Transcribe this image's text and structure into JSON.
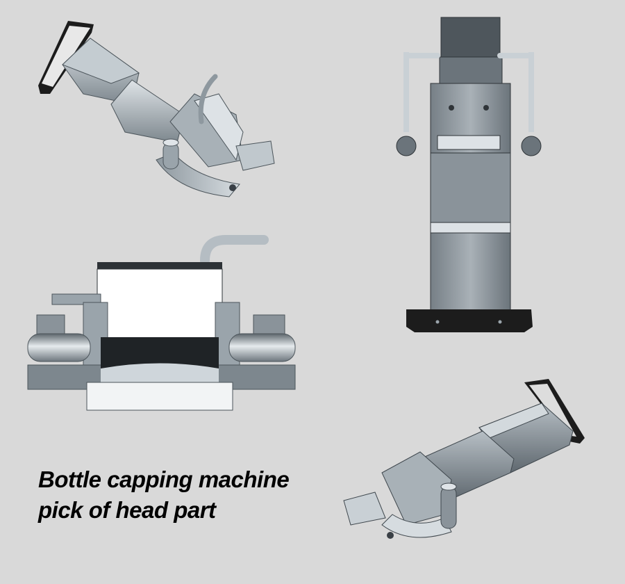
{
  "caption": {
    "line1": "Bottle capping machine",
    "line2": "pick of head part"
  },
  "colors": {
    "background": "#d9d9d9",
    "steel_dark": "#6e7880",
    "steel_mid": "#9aa4ab",
    "steel_light": "#c9d0d5",
    "highlight": "#ffffff",
    "black_plate": "#1c1c1c"
  },
  "views": [
    {
      "name": "isometric-view-upper-left"
    },
    {
      "name": "front-view"
    },
    {
      "name": "top-view"
    },
    {
      "name": "isometric-view-lower-right"
    }
  ]
}
